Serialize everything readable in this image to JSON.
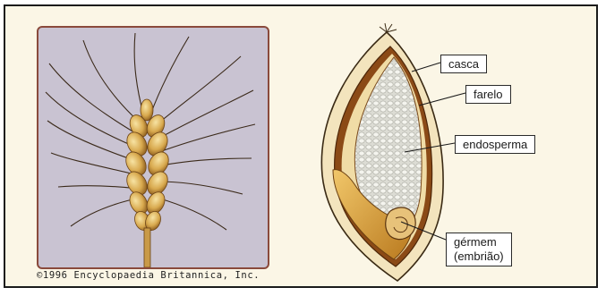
{
  "copyright": "©1996 Encyclopaedia Britannica, Inc.",
  "labels": {
    "casca": "casca",
    "farelo": "farelo",
    "endosperma": "endosperma",
    "germe_line1": "gérmem",
    "germe_line2": "(embrião)"
  },
  "colors": {
    "frame_background": "#fbf6e6",
    "photo_background": "#c9c3d2",
    "panel_border": "#8a4a3c",
    "husk": "#f3e4bd",
    "bran": "#8b4a16",
    "endosperm": "#d7d7cf",
    "germ": "#d49a38"
  }
}
